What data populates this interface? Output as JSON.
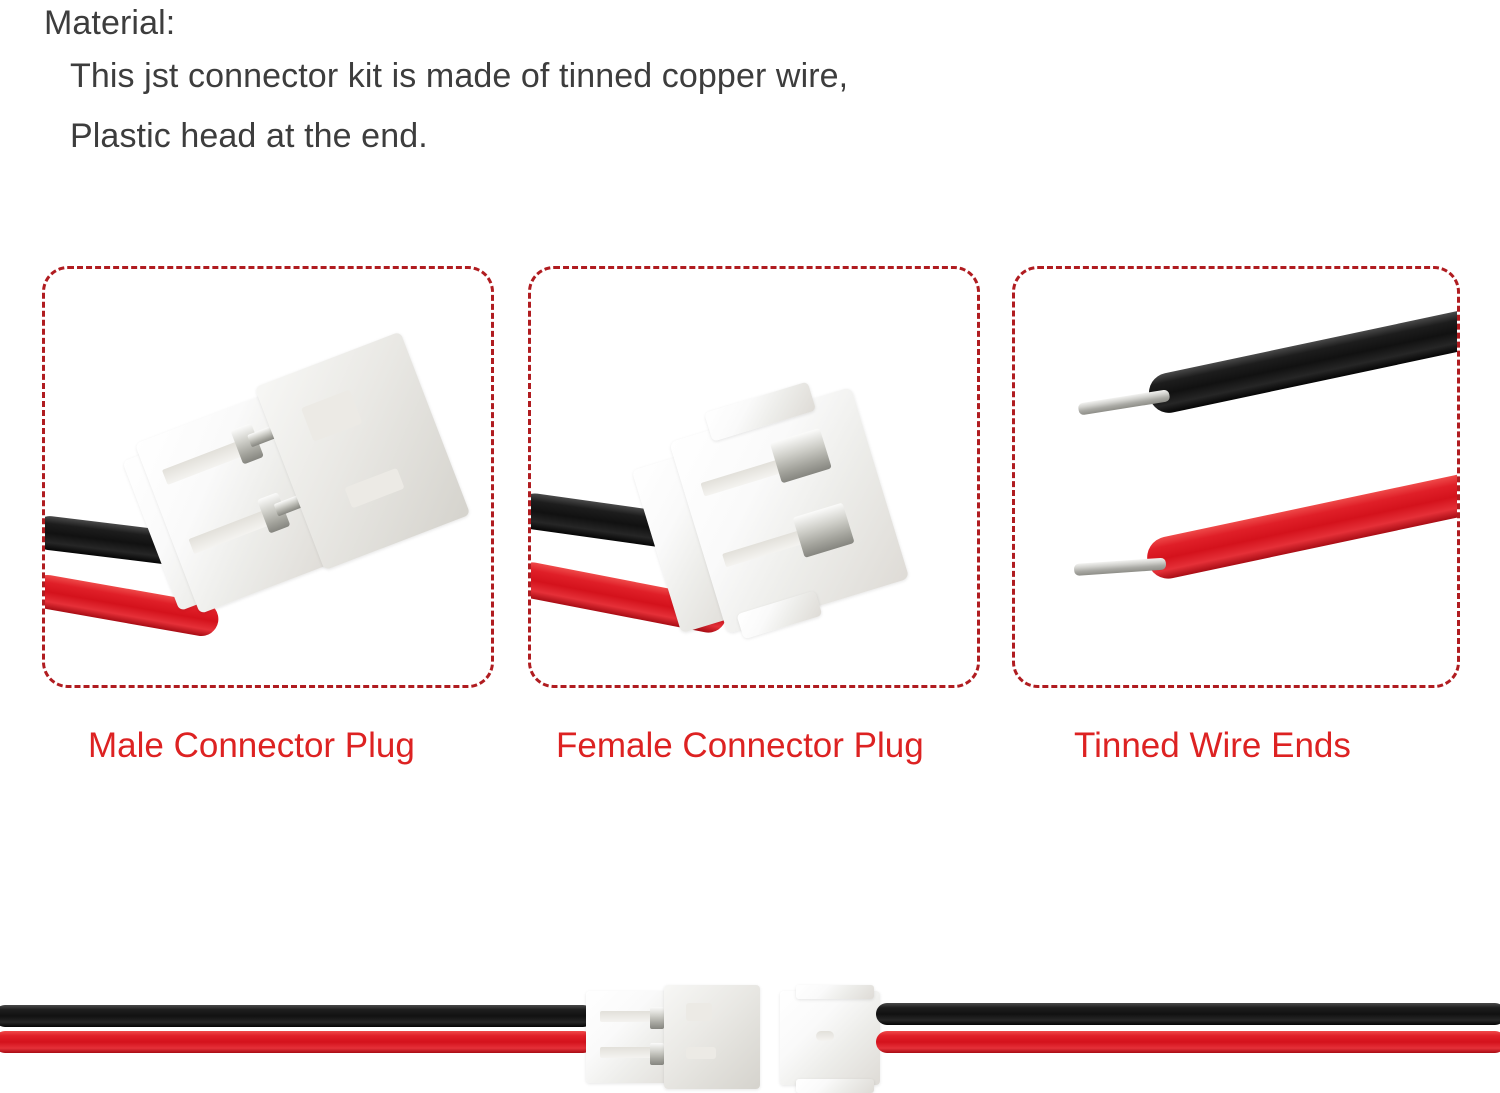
{
  "heading": {
    "title": "Material:",
    "line1": "This jst connector kit is made of tinned copper wire,",
    "line2": "Plastic head at the end."
  },
  "panels": [
    {
      "id": "male-connector-plug",
      "caption": "Male Connector Plug",
      "subject": "male-jst-connector-with-black-and-red-wires"
    },
    {
      "id": "female-connector-plug",
      "caption": "Female Connector Plug",
      "subject": "female-jst-connector-with-black-and-red-wires"
    },
    {
      "id": "tinned-wire-ends",
      "caption": "Tinned Wire Ends",
      "subject": "black-and-red-wires-with-tinned-copper-tips"
    }
  ],
  "bottom": {
    "left_item": "male-connector-pigtail",
    "right_item": "female-connector-pigtail"
  },
  "colors": {
    "caption_red": "#dd2222",
    "panel_border_red": "#b01c20",
    "text_gray": "#3d3d3d",
    "wire_black": "#111111",
    "wire_red": "#d4121c",
    "housing_white": "#ffffff",
    "background": "#ffffff"
  }
}
